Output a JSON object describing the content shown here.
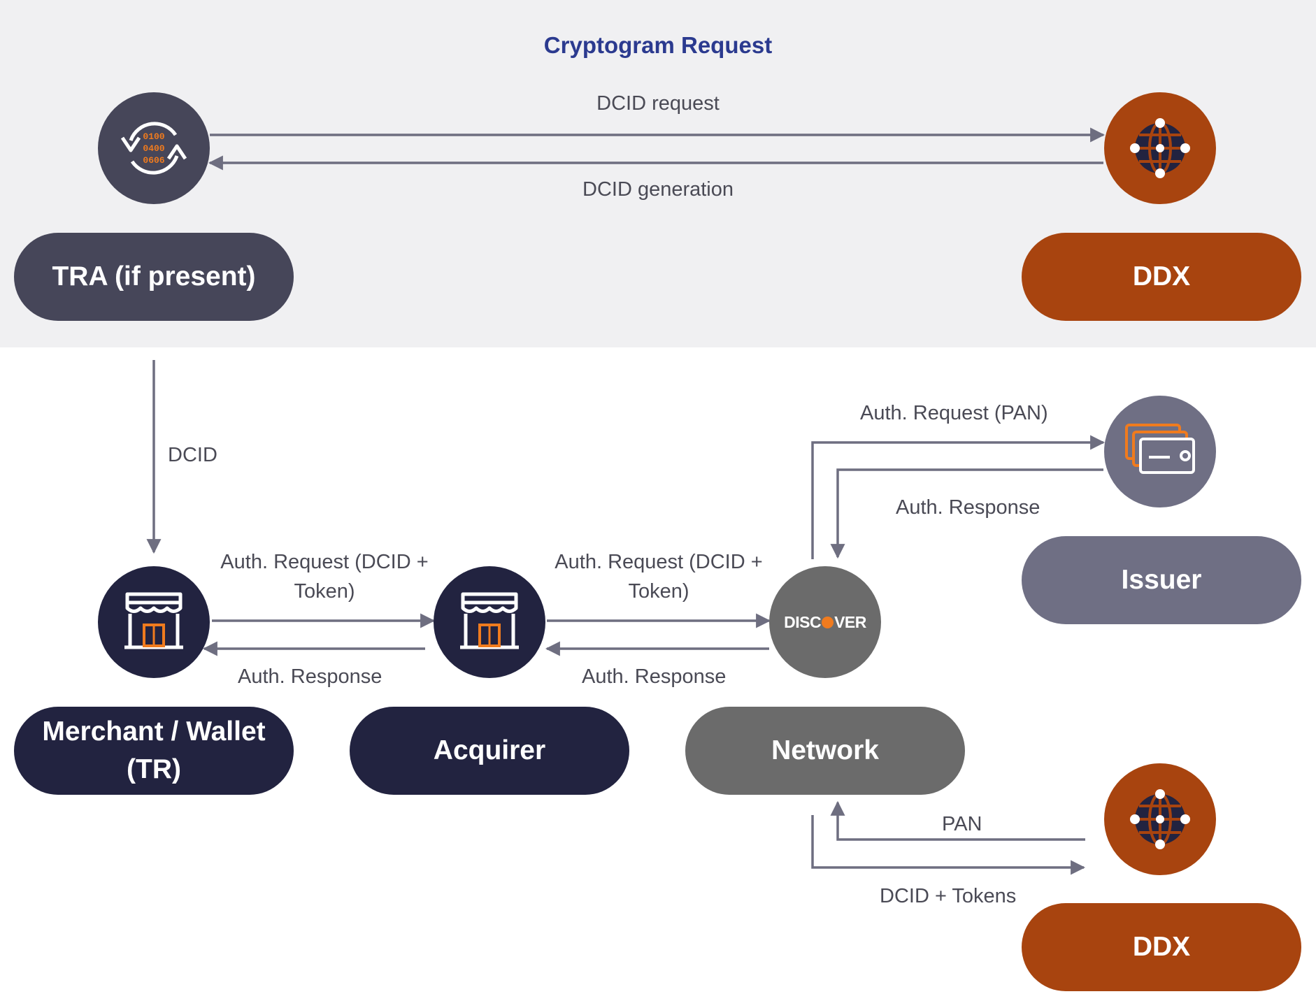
{
  "diagram": {
    "title": "Cryptogram Request",
    "arrows": {
      "dcid_request": "DCID request",
      "dcid_generation": "DCID generation",
      "dcid": "DCID",
      "auth_request_merchant": "Auth. Request (DCID + Token)",
      "auth_response_merchant": "Auth. Response",
      "auth_request_acquirer": "Auth. Request (DCID + Token)",
      "auth_response_acquirer": "Auth. Response",
      "auth_request_pan": "Auth. Request (PAN)",
      "auth_response_issuer": "Auth. Response",
      "pan": "PAN",
      "dcid_tokens": "DCID + Tokens"
    },
    "nodes": {
      "tra": {
        "label": "TRA (if present)",
        "icon": "binary-sync-icon"
      },
      "ddx_top": {
        "label": "DDX",
        "icon": "globe-network-icon"
      },
      "merchant": {
        "label": "Merchant / Wallet (TR)",
        "icon": "storefront-icon"
      },
      "acquirer": {
        "label": "Acquirer",
        "icon": "storefront-icon"
      },
      "network": {
        "label": "Network",
        "icon": "discover-logo",
        "logo_text_a": "DISC",
        "logo_text_b": "VER"
      },
      "issuer": {
        "label": "Issuer",
        "icon": "cards-icon"
      },
      "ddx_bottom": {
        "label": "DDX",
        "icon": "globe-network-icon"
      }
    },
    "binary_text": [
      "0100",
      "0400",
      "0606"
    ]
  },
  "colors": {
    "background_band": "#f0f0f2",
    "title": "#2b3a8f",
    "slate": "#464659",
    "rust": "#a8440f",
    "navy": "#222340",
    "network_grey": "#6b6b6b",
    "issuer_lilac": "#6f6f84",
    "arrow": "#6e6e80",
    "accent_orange": "#f07b1e"
  }
}
